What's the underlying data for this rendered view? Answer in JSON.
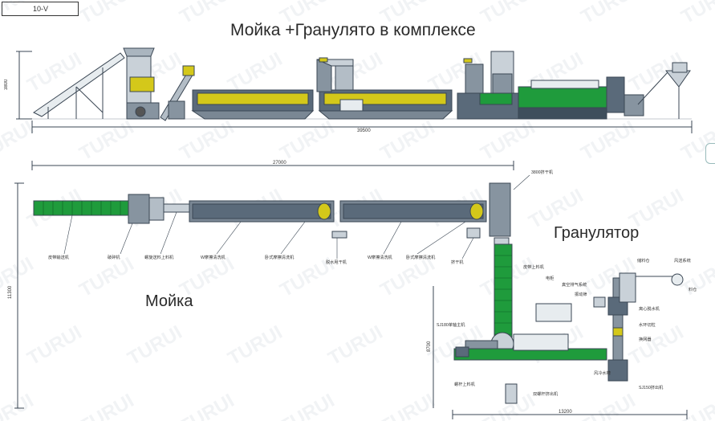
{
  "drawing": {
    "tag": "10-V",
    "title": "Мойка +Гранулято в комплексе",
    "wash_label": "Мойка",
    "granulator_label": "Гранулятор",
    "watermark": "TURUI"
  },
  "dimensions": {
    "side_height": "3800",
    "side_length": "39500",
    "plan_length": "27000",
    "plan_height": "11300",
    "gran_height": "8700",
    "gran_width": "13200"
  },
  "callouts": {
    "wash_line": [
      "皮带输送机",
      "破碎机",
      "螺旋送料上料机",
      "W摩擦清洗机",
      "卧式摩擦清洗机",
      "脱水甩干机",
      "W摩擦清洗机",
      "卧式摩擦清洗机",
      "挤干机",
      "3800挤干机"
    ],
    "granulator": [
      "皮带上料机",
      "电柜",
      "真空排气系统",
      "振动筛",
      "SJ180单轴主机",
      "螺杆上料机",
      "双螺杆挤出机",
      "换网器",
      "风冷水槽",
      "离心脱水机",
      "水环切粒",
      "储料仓",
      "风送系统",
      "料仓",
      "SJ150挤出机"
    ]
  },
  "colors": {
    "line": "#3b4754",
    "body": "#5a6a7a",
    "accent_green": "#1f9b3c",
    "accent_yellow": "#d4c81a",
    "text": "#2a2a2a"
  }
}
